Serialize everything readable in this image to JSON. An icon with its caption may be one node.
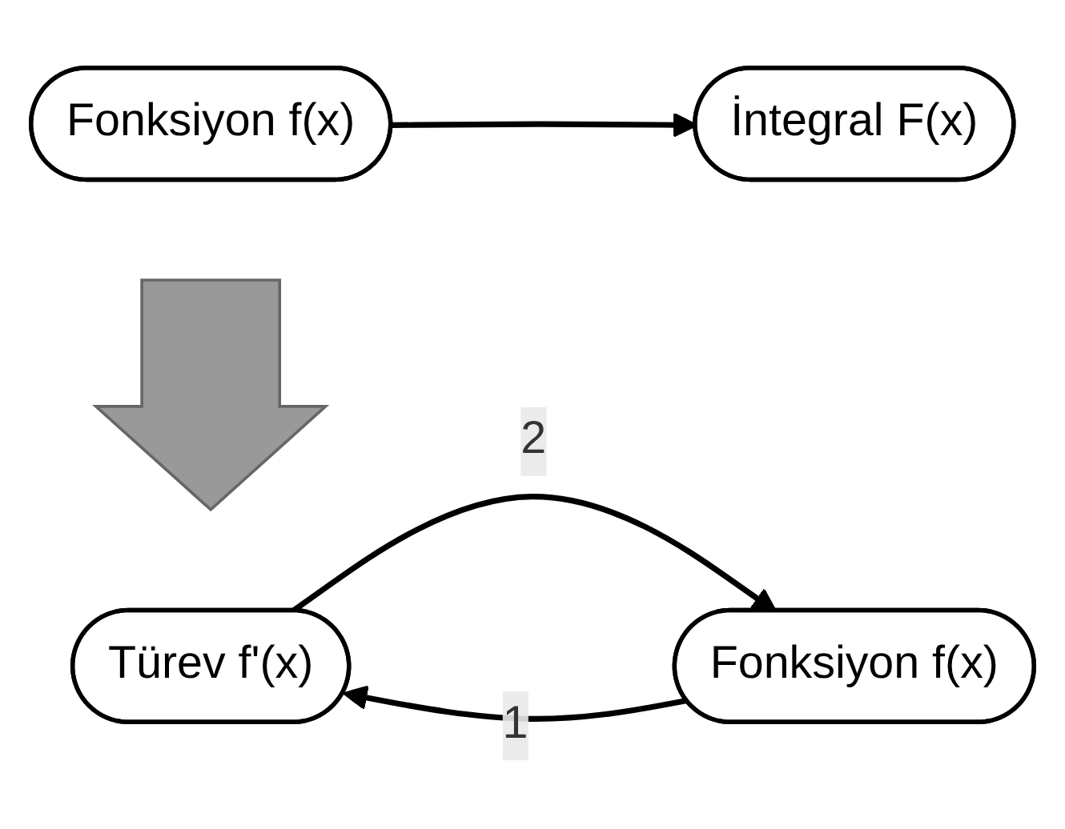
{
  "diagram": {
    "nodes": [
      {
        "text": [
          "Fonksiyon f(x)"
        ]
      },
      {
        "text": [
          "İntegral F(x)"
        ]
      },
      {
        "text": [],
        "shape": "arrow"
      },
      {
        "text": [
          "Türev f'(x)"
        ]
      },
      {
        "text": [
          "Fonksiyon f(x)"
        ]
      }
    ],
    "edges": [
      {
        "from": 0,
        "to": 1,
        "arrow": "to"
      },
      {
        "from": 4,
        "to": 3,
        "label": "1",
        "arrow": "to"
      },
      {
        "from": 3,
        "to": 4,
        "label": "2",
        "arrow": "to"
      }
    ]
  }
}
